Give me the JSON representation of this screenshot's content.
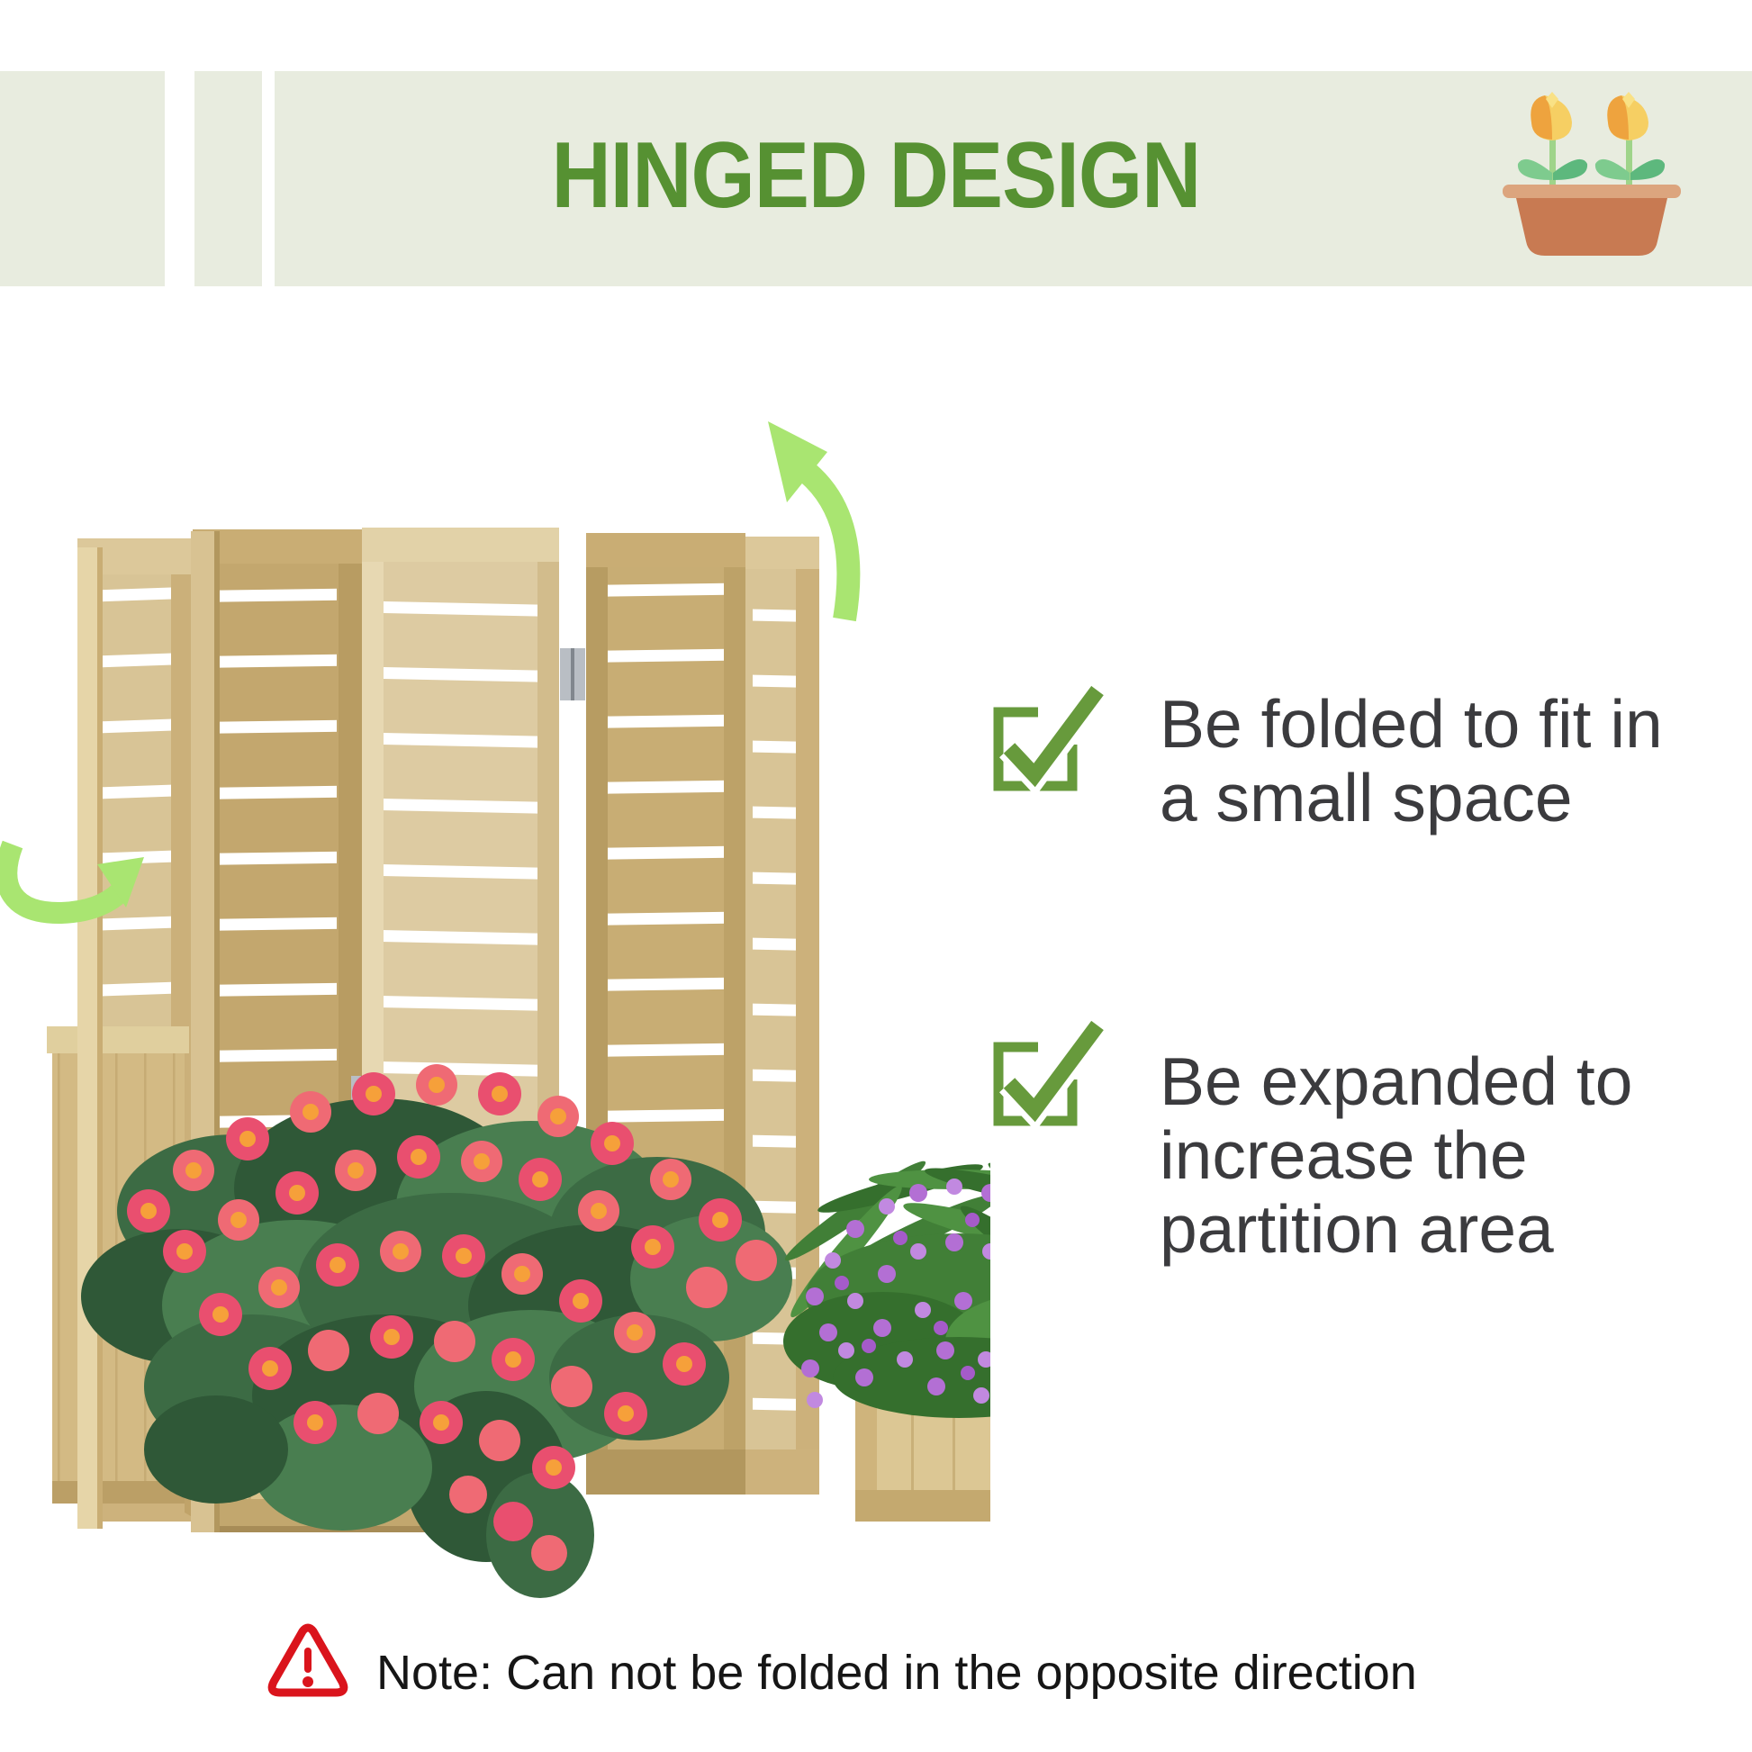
{
  "header": {
    "title": "HINGED DESIGN"
  },
  "features": [
    {
      "lines": [
        "Be folded to fit in",
        "a small space"
      ]
    },
    {
      "lines": [
        "Be expanded to",
        "increase the",
        "partition area"
      ]
    }
  ],
  "note": {
    "text": "Note: Can not be folded in the opposite direction"
  },
  "icons": {
    "header_icon": "flower-pot-icon",
    "bullet_icon": "checkbox-check-icon",
    "note_icon": "warning-triangle-icon",
    "photo_annotations": "fold-direction-arrow-icon"
  },
  "colors": {
    "band": "#e8ecdf",
    "title_green": "#569132",
    "check_green": "#679a3c",
    "warning_red": "#da141c",
    "arrow_green": "#a9e571",
    "text_dark": "#3b3b3e",
    "wood_light": "#d9c69c",
    "wood_mid": "#c3a76e",
    "planter_wood": "#dcc794",
    "pink_flowers": "#e94f6f",
    "purple_flowers": "#b36fd4"
  }
}
